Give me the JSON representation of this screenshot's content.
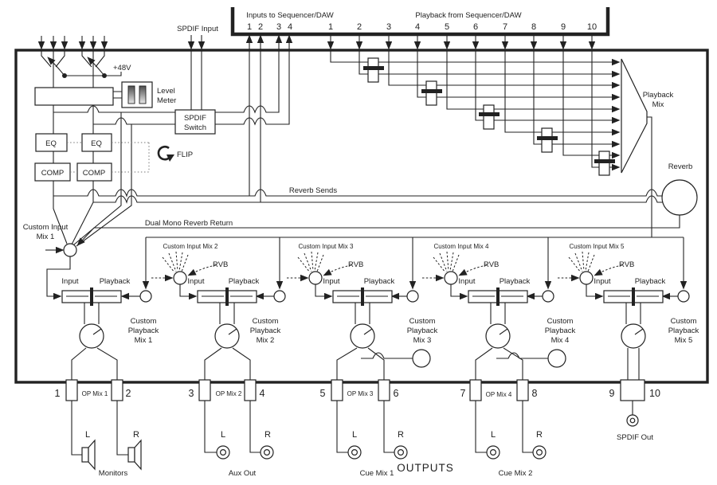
{
  "top": {
    "inputs_title": "Inputs to Sequencer/DAW",
    "playback_title": "Playback from Sequencer/DAW",
    "spdif_input": "SPDIF Input",
    "input_nums": [
      "1",
      "2",
      "3",
      "4"
    ],
    "playback_nums": [
      "1",
      "2",
      "3",
      "4",
      "5",
      "6",
      "7",
      "8",
      "9",
      "10"
    ]
  },
  "front_end": {
    "phantom": "+48V",
    "level": "Level",
    "meter": "Meter",
    "spdif": "SPDIF",
    "switch": "Switch",
    "eq1": "EQ",
    "eq2": "EQ",
    "comp1": "COMP",
    "comp2": "COMP",
    "flip": "FLIP"
  },
  "mix": {
    "playback": "Playback",
    "mix": "Mix",
    "reverb": "Reverb",
    "sends": "Reverb Sends",
    "return": "Dual Mono Reverb Return"
  },
  "sections": [
    {
      "t1": "Custom Input",
      "t2": "Mix 1",
      "input": "Input",
      "playback": "Playback",
      "c1": "Custom",
      "c2": "Playback",
      "c3": "Mix 1"
    },
    {
      "title": "Custom Input Mix 2",
      "rvb": "RVB",
      "input": "Input",
      "playback": "Playback",
      "c1": "Custom",
      "c2": "Playback",
      "c3": "Mix 2"
    },
    {
      "title": "Custom Input Mix 3",
      "rvb": "RVB",
      "input": "Input",
      "playback": "Playback",
      "c1": "Custom",
      "c2": "Playback",
      "c3": "Mix 3"
    },
    {
      "title": "Custom Input Mix 4",
      "rvb": "RVB",
      "input": "Input",
      "playback": "Playback",
      "c1": "Custom",
      "c2": "Playback",
      "c3": "Mix 4"
    },
    {
      "title": "Custom Input Mix 5",
      "rvb": "RVB",
      "input": "Input",
      "playback": "Playback",
      "c1": "Custom",
      "c2": "Playback",
      "c3": "Mix 5"
    }
  ],
  "outputs": {
    "title": "OUTPUTS",
    "nums": [
      "1",
      "2",
      "3",
      "4",
      "5",
      "6",
      "7",
      "8",
      "9",
      "10"
    ],
    "op": [
      "OP Mix 1",
      "OP Mix 2",
      "OP Mix 3",
      "OP Mix 4"
    ],
    "monitors": {
      "l": "L",
      "r": "R",
      "label": "Monitors"
    },
    "aux": {
      "l": "L",
      "r": "R",
      "label": "Aux Out"
    },
    "cue1": {
      "l": "L",
      "r": "R",
      "label": "Cue Mix 1"
    },
    "cue2": {
      "l": "L",
      "r": "R",
      "label": "Cue Mix 2"
    },
    "spdif_out": "SPDIF Out"
  },
  "colors": {
    "line": "#222222",
    "background": "#ffffff"
  }
}
